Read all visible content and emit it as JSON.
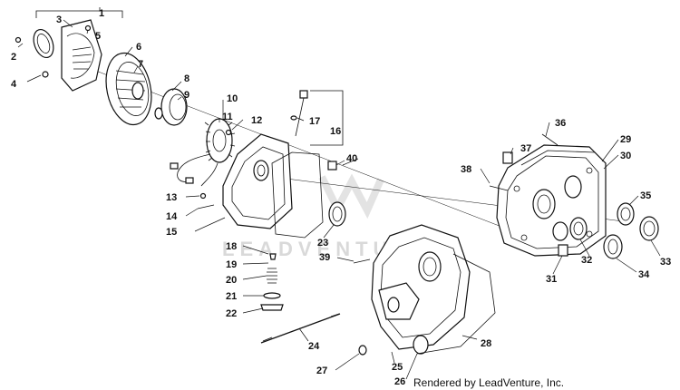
{
  "callouts": [
    "1",
    "2",
    "3",
    "4",
    "5",
    "6",
    "7",
    "8",
    "9",
    "10",
    "11",
    "12",
    "13",
    "14",
    "15",
    "16",
    "17",
    "18",
    "19",
    "20",
    "21",
    "22",
    "23",
    "24",
    "25",
    "26",
    "27",
    "28",
    "29",
    "30",
    "31",
    "32",
    "33",
    "34",
    "35",
    "36",
    "37",
    "38",
    "39",
    "40"
  ],
  "credit": "Rendered by LeadVenture, Inc.",
  "watermark": "LEADVENTURE"
}
